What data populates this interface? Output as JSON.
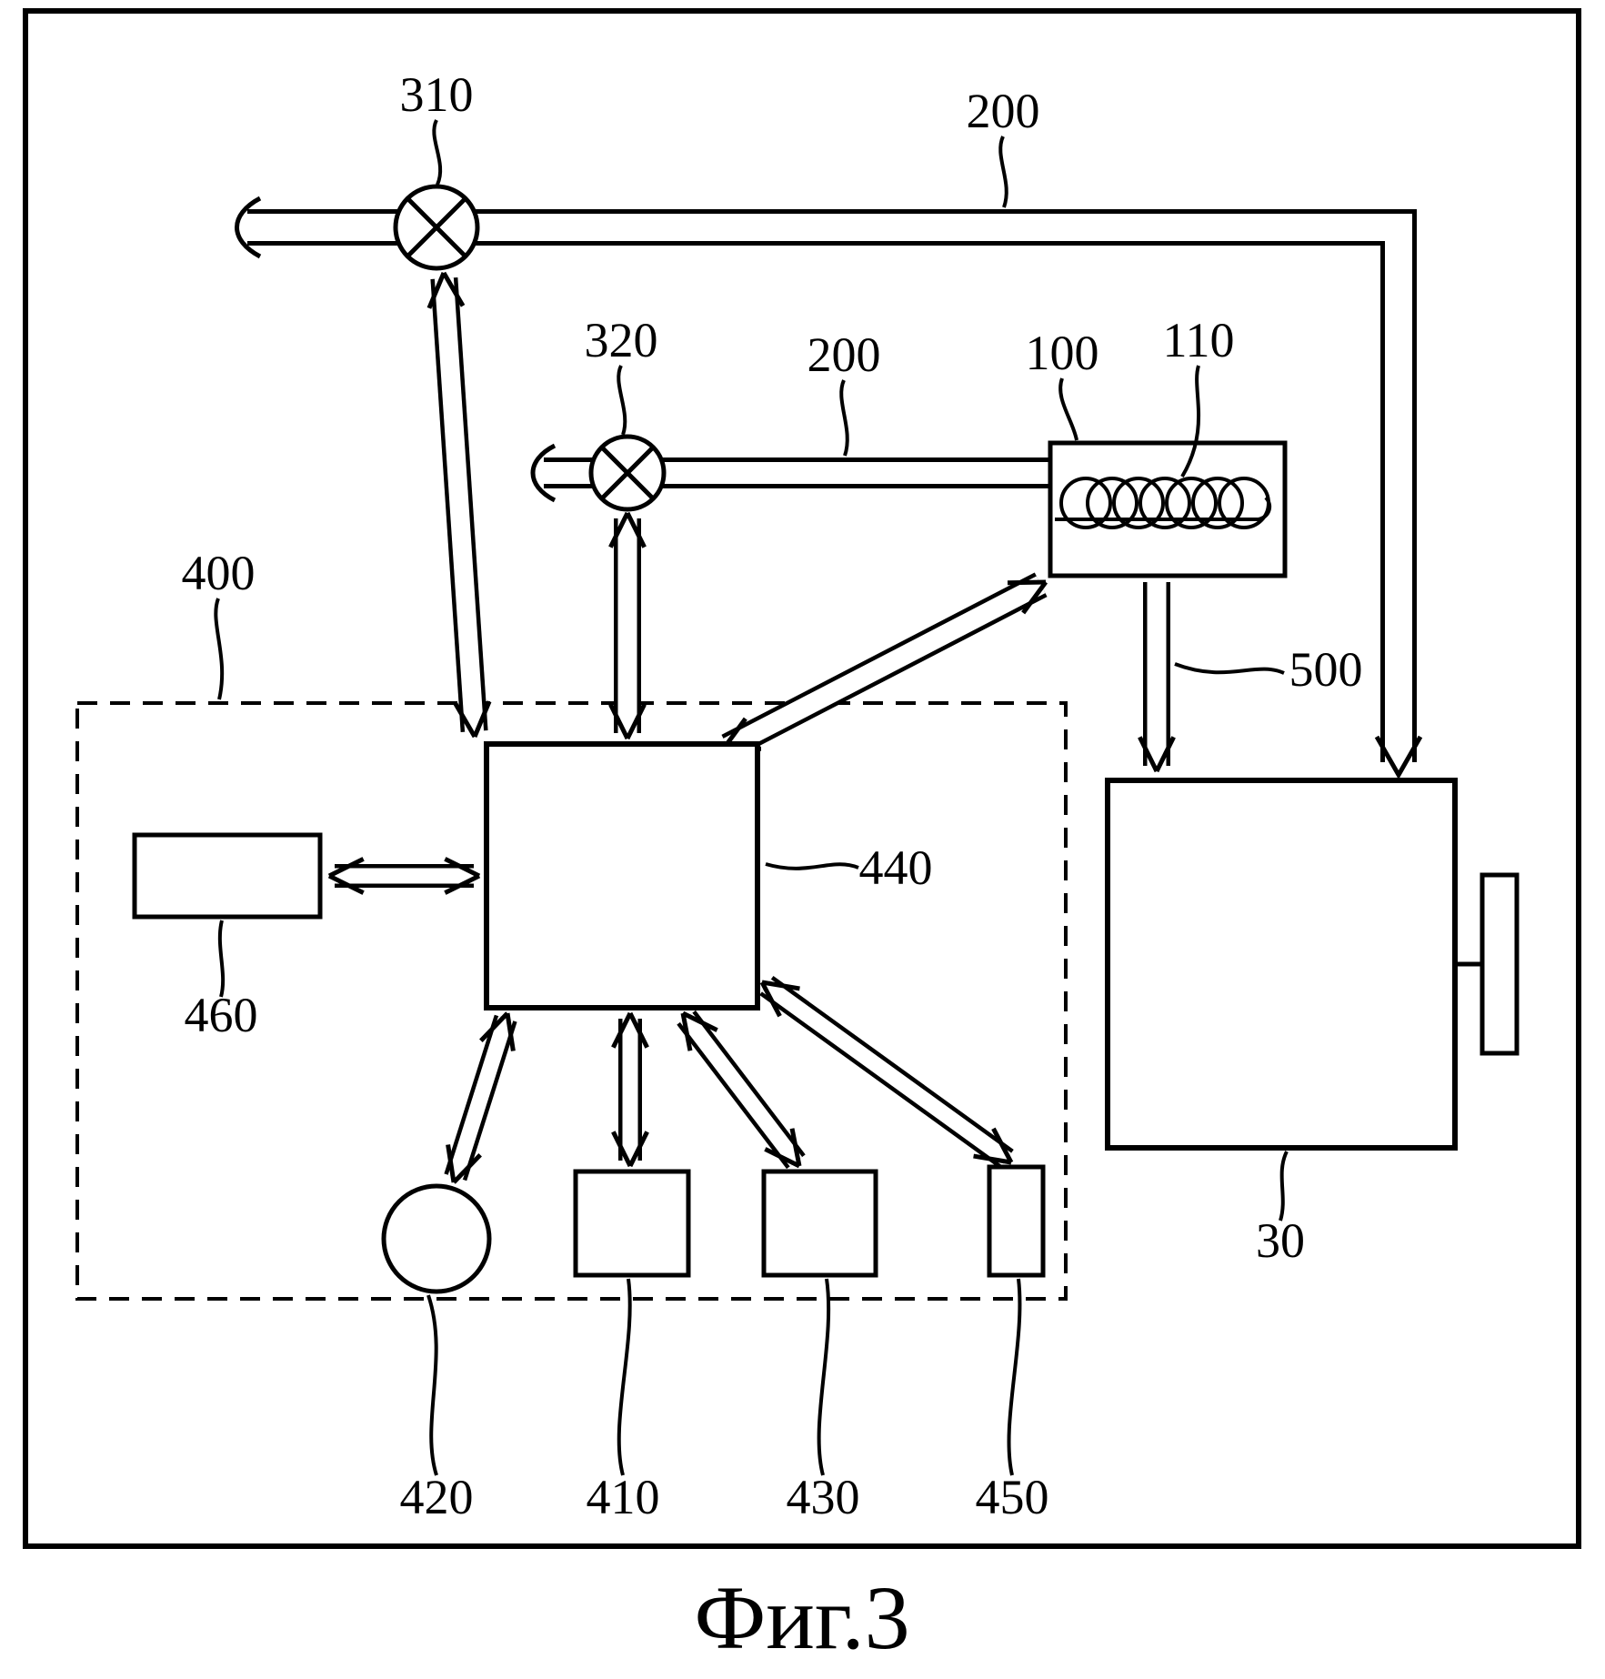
{
  "figure": {
    "caption": "Фиг.3",
    "ink_color": "#000000",
    "background_color": "#ffffff"
  },
  "labels": {
    "l310": "310",
    "l200_top": "200",
    "l320": "320",
    "l200_mid": "200",
    "l100": "100",
    "l110": "110",
    "l400": "400",
    "l500": "500",
    "l440": "440",
    "l460": "460",
    "l30": "30",
    "l420": "420",
    "l410": "410",
    "l430": "430",
    "l450": "450"
  }
}
